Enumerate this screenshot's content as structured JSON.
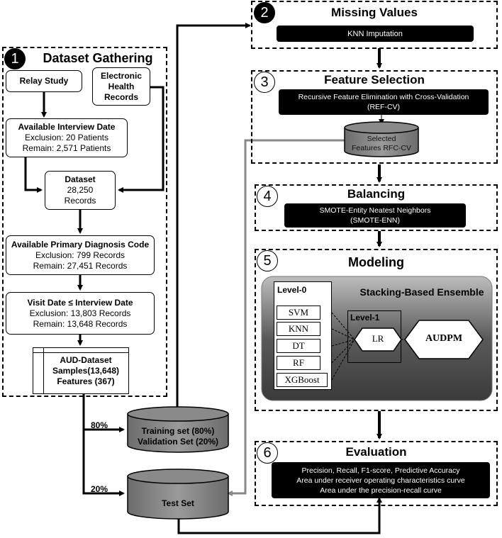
{
  "step1": {
    "num": "1",
    "title": "Dataset Gathering"
  },
  "relay_study": "Relay Study",
  "ehr": {
    "l1": "Electronic",
    "l2": "Health",
    "l3": "Records"
  },
  "interview": {
    "title": "Available Interview Date",
    "excl": "Exclusion: 20 Patients",
    "remain": "Remain: 2,571 Patients"
  },
  "dataset": {
    "title": "Dataset",
    "l2": "28,250",
    "l3": "Records"
  },
  "diag": {
    "title": "Available Primary Diagnosis Code",
    "excl": "Exclusion: 799 Records",
    "remain": "Remain: 27,451 Records"
  },
  "visit": {
    "title": "Visit Date ≤ Interview Date",
    "excl": "Exclusion: 13,803 Records",
    "remain": "Remain: 13,648 Records"
  },
  "aud": {
    "l1": "AUD-Dataset",
    "l2": "Samples(13,648)",
    "l3": "Features (367)"
  },
  "split": {
    "train_pct": "80%",
    "test_pct": "20%"
  },
  "training_db": {
    "l1": "Training set (80%)",
    "l2": "Validation Set (20%)"
  },
  "test_db": {
    "l1": "Test Set"
  },
  "step2": {
    "num": "2",
    "title": "Missing Values",
    "method": "KNN Imputation"
  },
  "step3": {
    "num": "3",
    "title": "Feature Selection",
    "method_l1": "Recursive Feature Elimination with Cross-Validation",
    "method_l2": "(REF-CV)",
    "db_l1": "Selected",
    "db_l2": "Features RFC-CV"
  },
  "step4": {
    "num": "4",
    "title": "Balancing",
    "method_l1": "SMOTE-Entity Neatest Neighbors",
    "method_l2": "(SMOTE-ENN)"
  },
  "step5": {
    "num": "5",
    "title": "Modeling",
    "ensemble": "Stacking-Based Ensemble",
    "level0": "Level-0",
    "level1": "Level-1",
    "models": [
      "SVM",
      "KNN",
      "DT",
      "RF",
      "XGBoost"
    ],
    "meta": "LR",
    "output": "AUDPM"
  },
  "step6": {
    "num": "6",
    "title": "Evaluation",
    "l1": "Precision, Recall, F1-score, Predictive Accuracy",
    "l2": "Area under receiver operating characteristics curve",
    "l3": "Area under the precision-recall curve"
  }
}
